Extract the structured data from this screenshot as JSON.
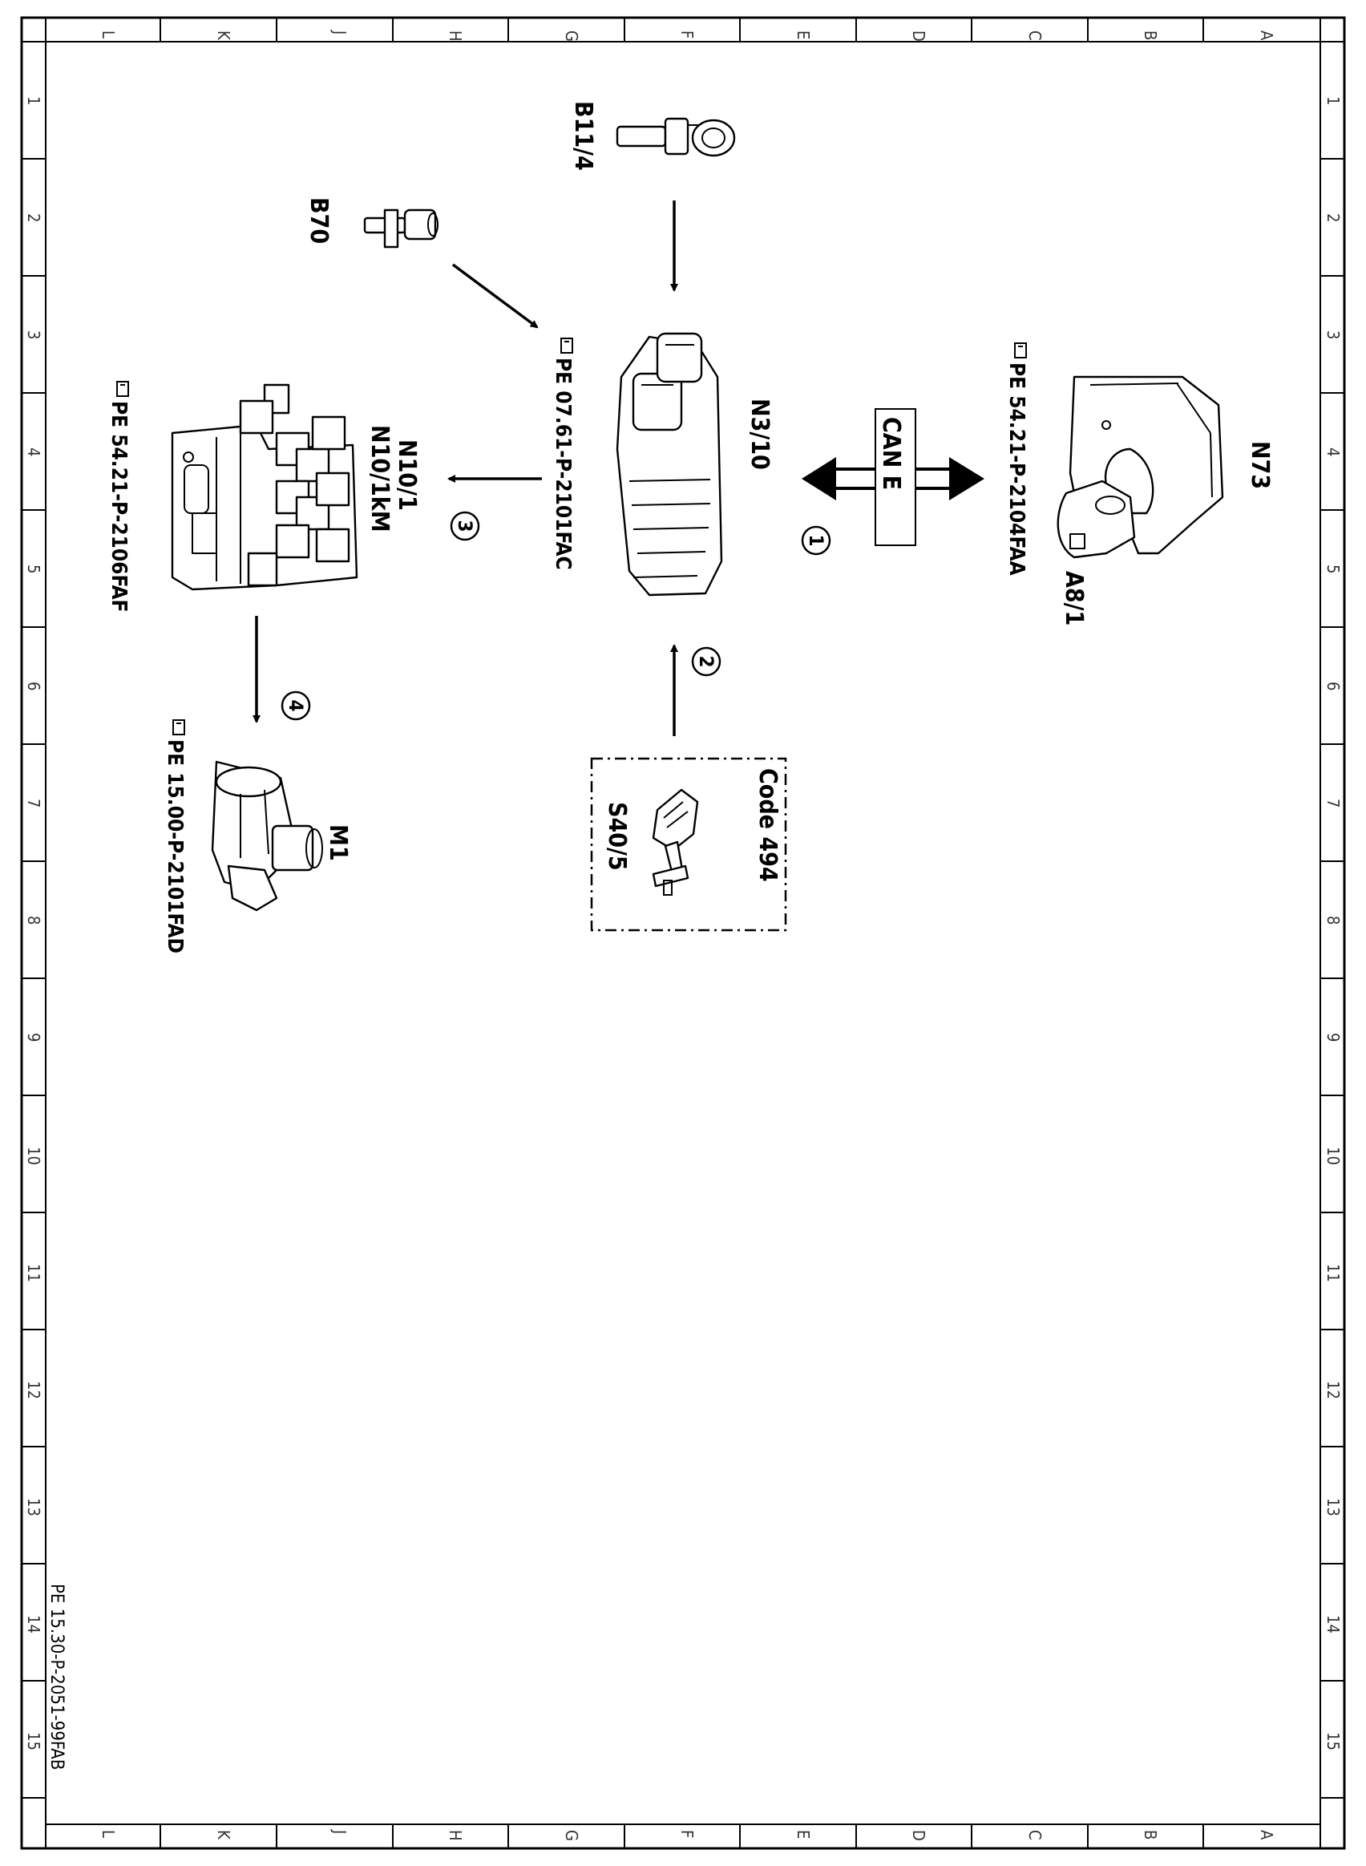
{
  "grid": {
    "letters": [
      "L",
      "K",
      "J",
      "H",
      "G",
      "F",
      "E",
      "D",
      "C",
      "B",
      "A"
    ],
    "numbers": [
      "1",
      "2",
      "3",
      "4",
      "5",
      "6",
      "7",
      "8",
      "9",
      "10",
      "11",
      "12",
      "13",
      "14",
      "15"
    ]
  },
  "components": {
    "b11_4": "B11/4",
    "b70": "B70",
    "n3_10": "N3/10",
    "n73": "N73",
    "a8_1": "A8/1",
    "n10_1": "N10/1",
    "n10_1km": "N10/1kM",
    "m1": "M1",
    "s40_5": "S40/5",
    "code": "Code 494"
  },
  "refs": {
    "ecu": "PE 07.61-P-2101FAC",
    "ignition": "PE 54.21-P-2104FAA",
    "sam": "PE 54.21-P-2106FAF",
    "starter": "PE 15.00-P-2101FAD"
  },
  "bus": {
    "label": "CAN E"
  },
  "steps": [
    "1",
    "2",
    "3",
    "4"
  ],
  "doc_id": "PE 15.30-P-2051-99FAB"
}
